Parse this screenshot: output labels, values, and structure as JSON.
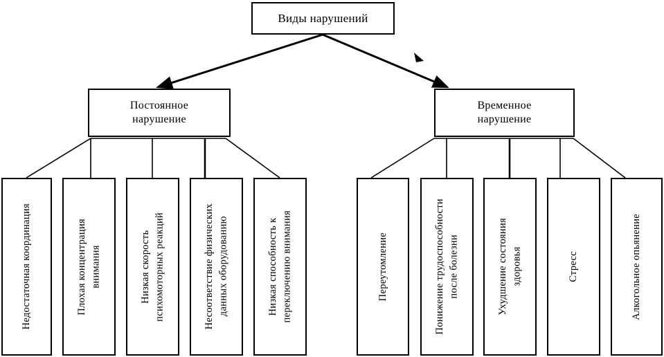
{
  "diagram": {
    "title_node": {
      "id": "root",
      "label": "Виды нарушений"
    },
    "branches": [
      {
        "id": "permanent",
        "label": "Постоянное\nнарушение"
      },
      {
        "id": "temporary",
        "label": "Временное\nнарушение"
      }
    ],
    "permanent_leaves": [
      {
        "id": "coordination",
        "label": "Недостаточная координация"
      },
      {
        "id": "concentration",
        "label": "Плохая концентрация\nвнимания"
      },
      {
        "id": "psychomotor-speed",
        "label": "Низкая скорость\nпсихомоторных реакций"
      },
      {
        "id": "physical-mismatch",
        "label": "Несоответствие физических\nданных оборудованию"
      },
      {
        "id": "attention-switching",
        "label": "Низкая способность к\nпереключению внимания"
      }
    ],
    "temporary_leaves": [
      {
        "id": "overwork",
        "label": "Переутомление"
      },
      {
        "id": "capacity-after-illness",
        "label": "Понижение трудоспособности\nпосле болезни"
      },
      {
        "id": "health-decline",
        "label": "Ухудшение состояния\nздоровья"
      },
      {
        "id": "stress",
        "label": "Стресс"
      },
      {
        "id": "alcohol",
        "label": "Алкогольное опьянение"
      }
    ],
    "colors": {
      "line": "#000000",
      "box_fill": "#ffffff",
      "text": "#000000"
    }
  }
}
